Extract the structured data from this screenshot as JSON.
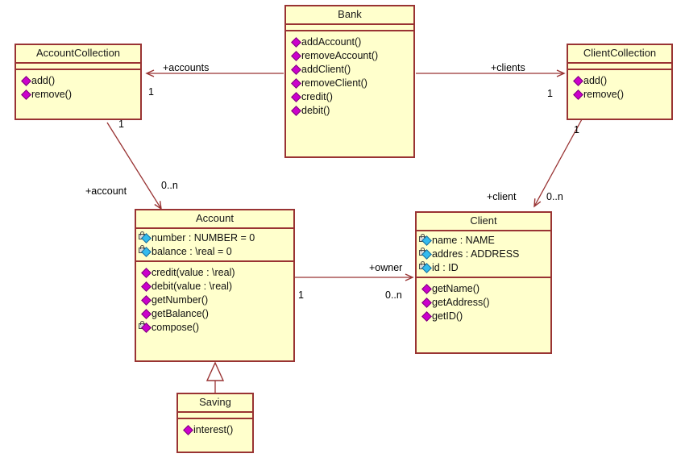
{
  "diagram": {
    "title": "Bank UML class diagram",
    "colors": {
      "class_fill": "#FFFFCC",
      "class_border": "#993333",
      "edge": "#993333",
      "operation_icon": "#CC00CC",
      "attribute_icon": "#33BBEE"
    }
  },
  "classes": {
    "bank": {
      "name": "Bank",
      "attributes": [],
      "operations": [
        {
          "label": "addAccount()",
          "visibility": "public"
        },
        {
          "label": "removeAccount()",
          "visibility": "public"
        },
        {
          "label": "addClient()",
          "visibility": "public"
        },
        {
          "label": "removeClient()",
          "visibility": "public"
        },
        {
          "label": "credit()",
          "visibility": "public"
        },
        {
          "label": "debit()",
          "visibility": "public"
        }
      ]
    },
    "account_collection": {
      "name": "AccountCollection",
      "attributes": [],
      "operations": [
        {
          "label": "add()",
          "visibility": "public"
        },
        {
          "label": "remove()",
          "visibility": "public"
        }
      ]
    },
    "client_collection": {
      "name": "ClientCollection",
      "attributes": [],
      "operations": [
        {
          "label": "add()",
          "visibility": "public"
        },
        {
          "label": "remove()",
          "visibility": "public"
        }
      ]
    },
    "account": {
      "name": "Account",
      "attributes": [
        {
          "label": "number : NUMBER = 0",
          "visibility": "private"
        },
        {
          "label": "balance : \\real = 0",
          "visibility": "private"
        }
      ],
      "operations": [
        {
          "label": "credit(value : \\real)",
          "visibility": "public"
        },
        {
          "label": "debit(value : \\real)",
          "visibility": "public"
        },
        {
          "label": "getNumber()",
          "visibility": "public"
        },
        {
          "label": "getBalance()",
          "visibility": "public"
        },
        {
          "label": "compose()",
          "visibility": "private"
        }
      ]
    },
    "client": {
      "name": "Client",
      "attributes": [
        {
          "label": "name : NAME",
          "visibility": "private"
        },
        {
          "label": "addres : ADDRESS",
          "visibility": "private"
        },
        {
          "label": "id : ID",
          "visibility": "private"
        }
      ],
      "operations": [
        {
          "label": "getName()",
          "visibility": "public"
        },
        {
          "label": "getAddress()",
          "visibility": "public"
        },
        {
          "label": "getID()",
          "visibility": "public"
        }
      ]
    },
    "saving": {
      "name": "Saving",
      "attributes": [],
      "operations": [
        {
          "label": "interest()",
          "visibility": "public"
        }
      ]
    }
  },
  "relations": {
    "bank_accounts": {
      "role": "+accounts",
      "source_mult": "",
      "target_mult": "1",
      "kind": "association-directed"
    },
    "bank_clients": {
      "role": "+clients",
      "source_mult": "",
      "target_mult": "1",
      "kind": "association-directed"
    },
    "accountcollection_account": {
      "role": "+account",
      "source_mult": "1",
      "target_mult": "0..n",
      "kind": "association-directed"
    },
    "clientcollection_client": {
      "role": "+client",
      "source_mult": "1",
      "target_mult": "0..n",
      "kind": "association-directed"
    },
    "account_client": {
      "role": "+owner",
      "source_mult": "1",
      "target_mult": "0..n",
      "kind": "association-directed"
    },
    "saving_account": {
      "role": "",
      "source_mult": "",
      "target_mult": "",
      "kind": "generalization"
    }
  }
}
